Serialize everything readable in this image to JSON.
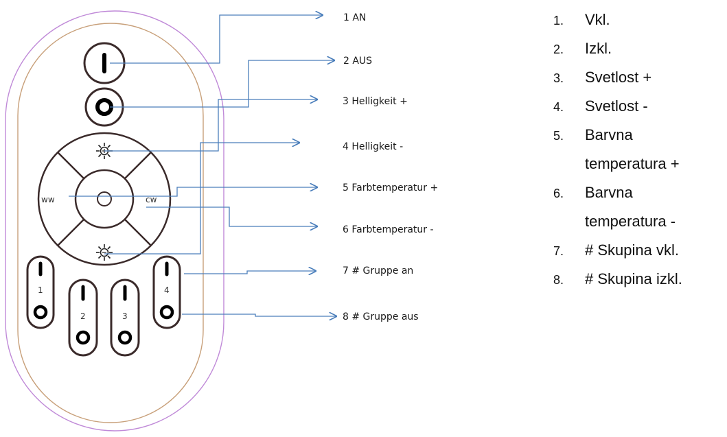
{
  "remote": {
    "zone_numbers": [
      "1",
      "2",
      "3",
      "4"
    ],
    "left_label": "ww",
    "right_label": "cw"
  },
  "german_labels": [
    "1 AN",
    "2 AUS",
    "3 Helligkeit +",
    "4 Helligkeit -",
    "5 Farbtemperatur +",
    "6 Farbtemperatur -",
    "7 # Gruppe an",
    "8 # Gruppe aus"
  ],
  "translated_list": [
    {
      "num": "1.",
      "text": "Vkl."
    },
    {
      "num": "2.",
      "text": "Izkl."
    },
    {
      "num": "3.",
      "text": "Svetlost +"
    },
    {
      "num": "4.",
      "text": "Svetlost -"
    },
    {
      "num": "5.",
      "text": "Barvna",
      "cont": "temperatura +"
    },
    {
      "num": "6.",
      "text": "Barvna",
      "cont": "temperatura -"
    },
    {
      "num": "7.",
      "text": "# Skupina vkl."
    },
    {
      "num": "8.",
      "text": "# Skupina izkl."
    }
  ],
  "colors": {
    "arrow": "#4a7ebb",
    "outer_outline": "#c08ad8",
    "inner_outline": "#c8a07a",
    "button_border": "#3a2a2a"
  }
}
